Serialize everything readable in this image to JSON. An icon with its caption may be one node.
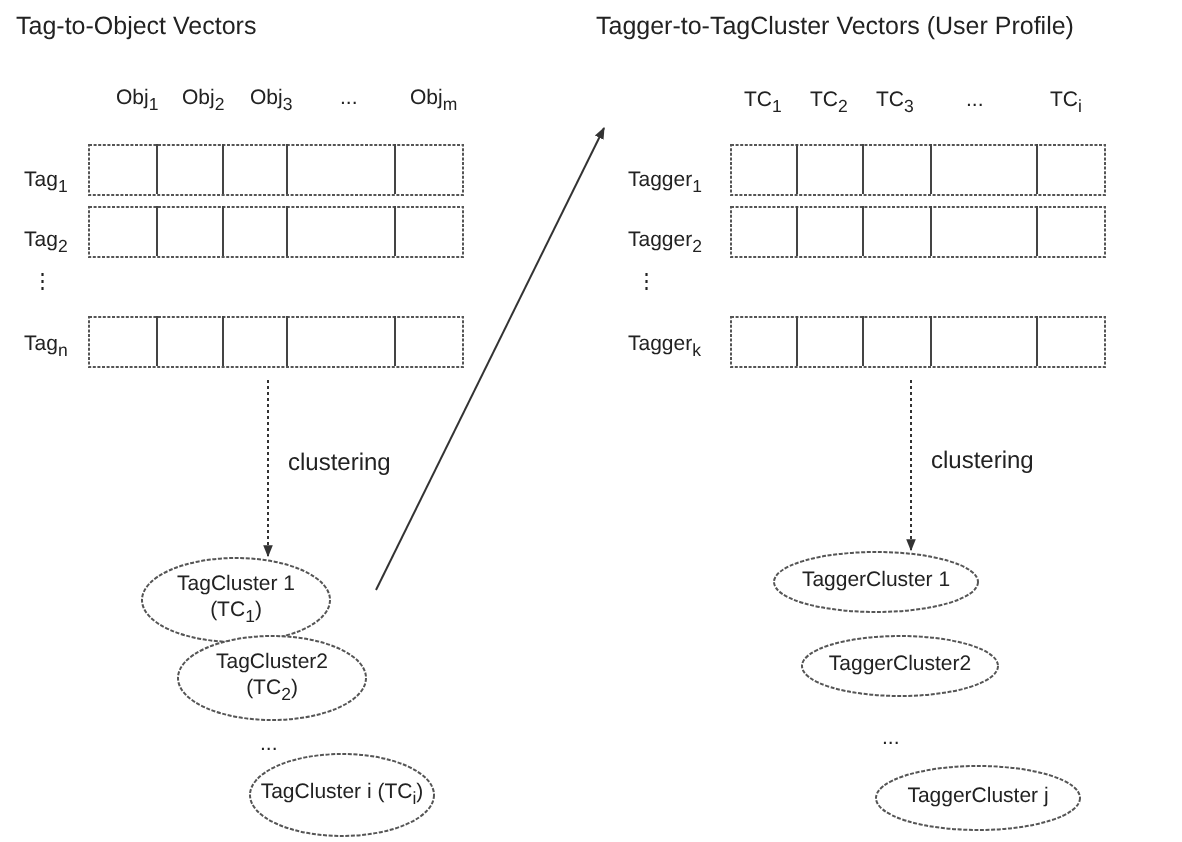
{
  "diagram": {
    "nodes": [
      {
        "text": [
          "Tag-to-Object Vectors"
        ]
      },
      {
        "text": [
          "Tagger-to-TagCluster Vectors (User Profile)"
        ]
      },
      {
        "text": [
          "TagCluster 1 (TC$_{1}$)"
        ]
      },
      {
        "text": [
          "TagCluster2 (TC$_{2}$)"
        ]
      },
      {
        "text": [
          "TagCluster i (TC$_{i}$)"
        ]
      },
      {
        "text": [
          "TaggerCluster 1"
        ]
      },
      {
        "text": [
          "TaggerCluster2"
        ]
      },
      {
        "text": [
          "TaggerCluster j"
        ]
      }
    ],
    "edges": [
      {
        "from": 0,
        "to": 2,
        "arrow": "to",
        "label": "clustering",
        "style": "dashed"
      },
      {
        "from": 1,
        "to": 5,
        "arrow": "to",
        "label": "clustering",
        "style": "dashed"
      },
      {
        "from": 2,
        "to": 1,
        "arrow": "to"
      }
    ],
    "labels": [
      "Obj$_{1}$",
      "Obj$_{2}$",
      "Obj$_{3}$",
      "...",
      "Obj$_{m}$",
      "Tag$_{1}$",
      "Tag$_{2}$",
      "⋮",
      "Tag$_{n}$",
      "TC$_{1}$",
      "TC$_{2}$",
      "TC$_{3}$",
      "...",
      "TC$_{i}$",
      "Tagger$_{1}$",
      "Tagger$_{2}$",
      "⋮",
      "Tagger$_{k}$",
      "...",
      "..."
    ]
  }
}
